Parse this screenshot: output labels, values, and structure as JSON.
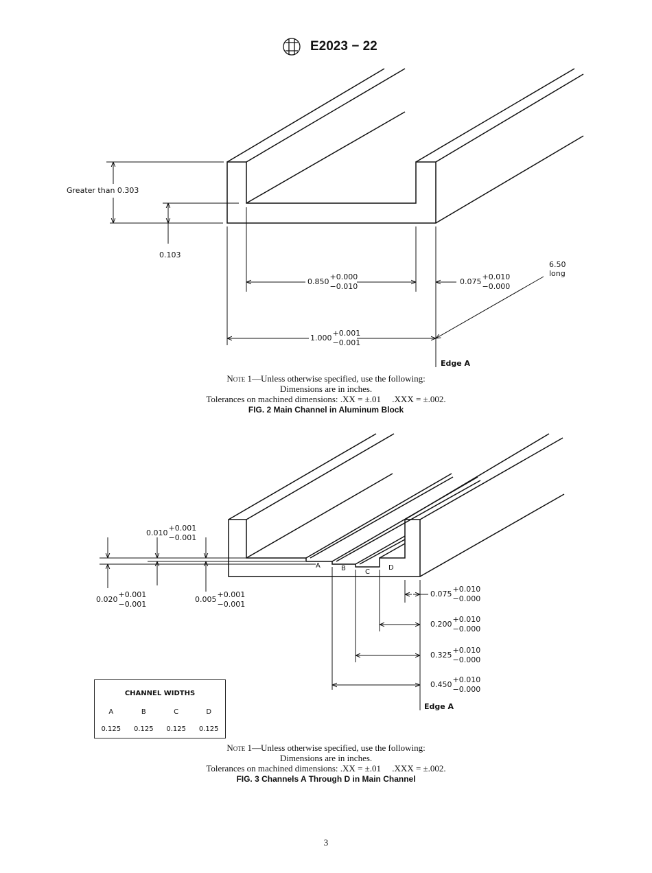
{
  "header": {
    "standard": "E2023 − 22",
    "logo": "ASTM"
  },
  "fig2": {
    "dims": {
      "overall_height": "Greater than 0.303",
      "floor_thickness": "0.103",
      "channel_width": {
        "nominal": "0.850",
        "plus": "+0.000",
        "minus": "−0.010"
      },
      "wall_width": {
        "nominal": "0.075",
        "plus": "+0.010",
        "minus": "−0.000"
      },
      "block_width": {
        "nominal": "1.000",
        "plus": "+0.001",
        "minus": "−0.001"
      },
      "length": [
        "6.50",
        "long"
      ]
    },
    "edge_label": "Edge A",
    "note": {
      "prefix": "Note",
      "line1": " 1—Unless otherwise specified, use the following:",
      "line2": "Dimensions are in inches.",
      "line3": "Tolerances on machined dimensions: .XX = ±.01     .XXX = ±.002."
    },
    "caption": "FIG. 2 Main Channel in Aluminum Block"
  },
  "fig3": {
    "channel_labels": [
      "A",
      "B",
      "C",
      "D"
    ],
    "dims": {
      "d010": {
        "nominal": "0.010",
        "plus": "+0.001",
        "minus": "−0.001"
      },
      "d020": {
        "nominal": "0.020",
        "plus": "+0.001",
        "minus": "−0.001"
      },
      "d005": {
        "nominal": "0.005",
        "plus": "+0.001",
        "minus": "−0.001"
      },
      "d075": {
        "nominal": "0.075",
        "plus": "+0.010",
        "minus": "−0.000"
      },
      "d200": {
        "nominal": "0.200",
        "plus": "+0.010",
        "minus": "−0.000"
      },
      "d325": {
        "nominal": "0.325",
        "plus": "+0.010",
        "minus": "−0.000"
      },
      "d450": {
        "nominal": "0.450",
        "plus": "+0.010",
        "minus": "−0.000"
      }
    },
    "edge_label": "Edge A",
    "table": {
      "title": "CHANNEL WIDTHS",
      "headers": [
        "A",
        "B",
        "C",
        "D"
      ],
      "values": [
        "0.125",
        "0.125",
        "0.125",
        "0.125"
      ]
    },
    "note": {
      "prefix": "Note",
      "line1": " 1—Unless otherwise specified, use the following:",
      "line2": "Dimensions are in inches.",
      "line3": "Tolerances on machined dimensions: .XX = ±.01     .XXX = ±.002."
    },
    "caption": "FIG. 3 Channels A Through D in Main Channel"
  },
  "footer": {
    "page_number": "3"
  }
}
